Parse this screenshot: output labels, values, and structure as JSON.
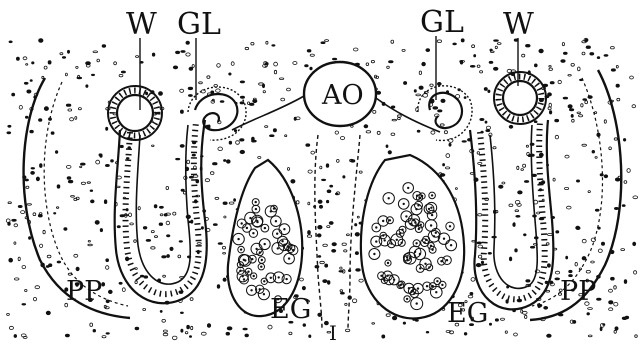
{
  "figure": {
    "labels": {
      "w_left": "W",
      "gl_left": "GL",
      "gl_right": "GL",
      "w_right": "W",
      "ao": "AO",
      "pp_left": "PP",
      "pp_right": "PP",
      "eg_left": "EG",
      "eg_right": "EG",
      "numeral": "I"
    },
    "colors": {
      "ink": "#111111",
      "background": "#ffffff"
    }
  }
}
